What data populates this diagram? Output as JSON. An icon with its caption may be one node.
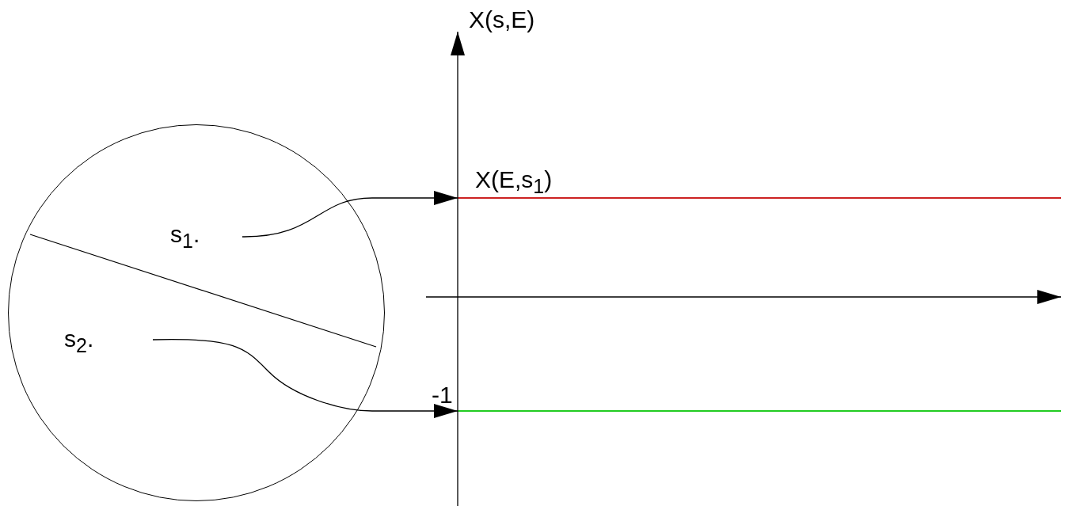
{
  "diagram": {
    "nodes": [
      {
        "text": [],
        "shape": "circle"
      },
      {
        "text": [
          "s$_{1}$."
        ],
        "in": 0
      },
      {
        "text": [
          "s$_{2}$."
        ],
        "in": 0
      },
      {
        "text": [],
        "shape": "bar",
        "beside": [
          "X(E,s$_{1}$)"
        ]
      },
      {
        "text": [],
        "shape": "bar",
        "beside": [
          "-1"
        ]
      }
    ],
    "edges": [
      {
        "from": 1,
        "to": 3,
        "arrow": "to"
      },
      {
        "from": 2,
        "to": 4,
        "arrow": "to"
      }
    ],
    "labels": [
      "X(s,E)"
    ]
  }
}
